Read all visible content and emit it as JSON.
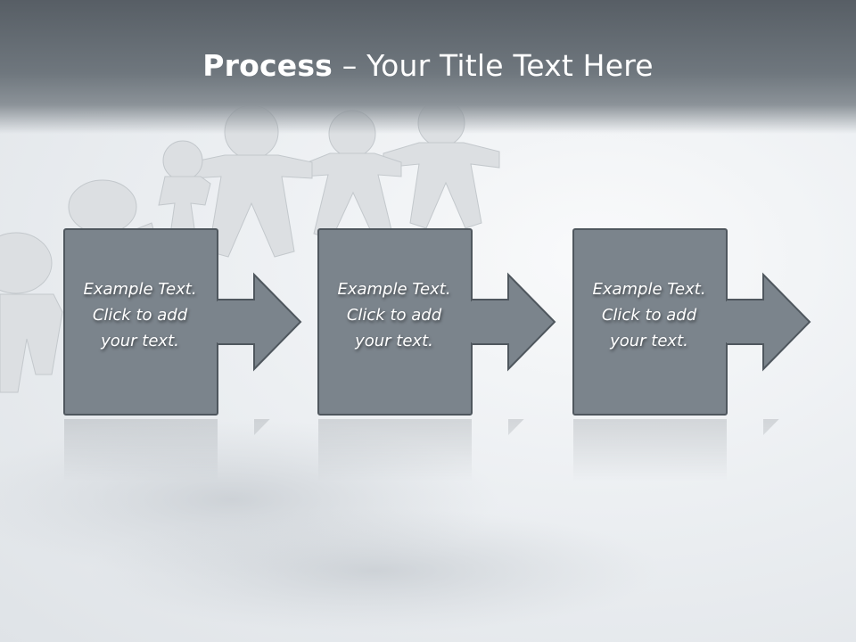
{
  "slide": {
    "title_bold": "Process",
    "title_rest": " – Your Title Text Here"
  },
  "steps": [
    {
      "line1": "Example Text.",
      "line2": "Click  to add",
      "line3": "your text."
    },
    {
      "line1": "Example Text.",
      "line2": "Click  to add",
      "line3": "your text."
    },
    {
      "line1": "Example Text.",
      "line2": "Click  to add",
      "line3": "your text."
    }
  ],
  "colors": {
    "box_fill": "#7b848c",
    "box_border": "#4f575e",
    "title_band": "#5f676e",
    "text": "#ffffff"
  }
}
